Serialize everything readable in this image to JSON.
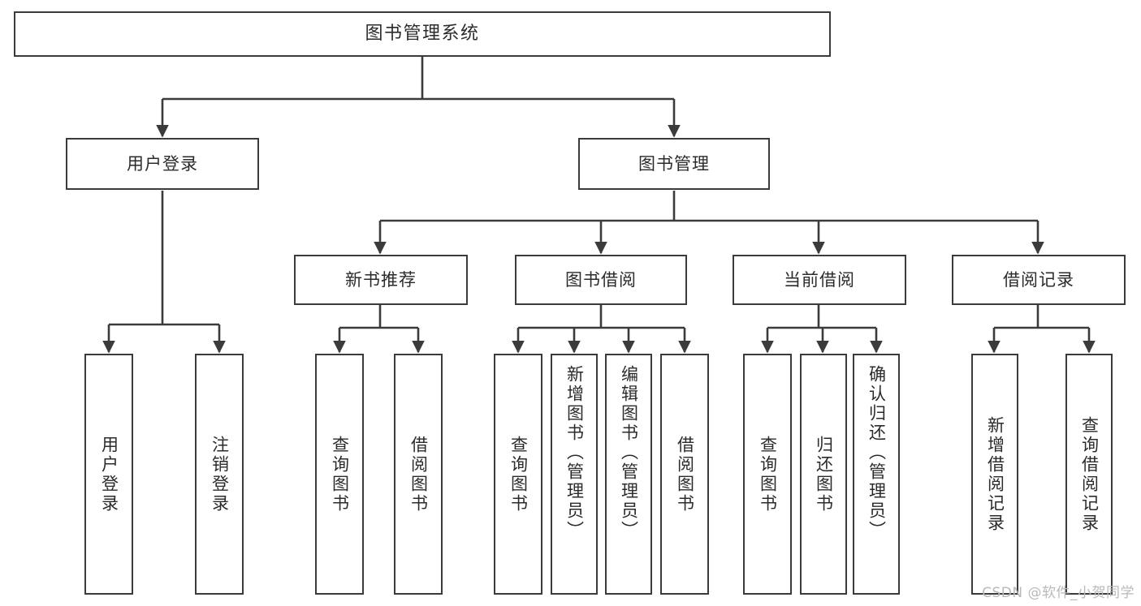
{
  "diagram": {
    "title": "图书管理系统",
    "type": "hierarchy-tree",
    "watermark": "CSDN @软件_小贺同学",
    "colors": {
      "stroke": "#3b3b3b",
      "text": "#2b2b2b",
      "background": "#ffffff",
      "watermark": "#b9b9b9"
    },
    "root": {
      "label": "图书管理系统"
    },
    "level2": [
      {
        "label": "用户登录"
      },
      {
        "label": "图书管理"
      }
    ],
    "level3": [
      {
        "label": "新书推荐"
      },
      {
        "label": "图书借阅"
      },
      {
        "label": "当前借阅"
      },
      {
        "label": "借阅记录"
      }
    ],
    "leaves": {
      "user_login": [
        {
          "label": "用户登录"
        },
        {
          "label": "注销登录"
        }
      ],
      "new_book_recommend": [
        {
          "label": "查询图书"
        },
        {
          "label": "借阅图书"
        }
      ],
      "book_borrow": [
        {
          "label": "查询图书"
        },
        {
          "label": "新增图书（管理员）"
        },
        {
          "label": "编辑图书（管理员）"
        },
        {
          "label": "借阅图书"
        }
      ],
      "current_borrow": [
        {
          "label": "查询图书"
        },
        {
          "label": "归还图书"
        },
        {
          "label": "确认归还（管理员）"
        }
      ],
      "borrow_record": [
        {
          "label": "新增借阅记录"
        },
        {
          "label": "查询借阅记录"
        }
      ]
    }
  }
}
